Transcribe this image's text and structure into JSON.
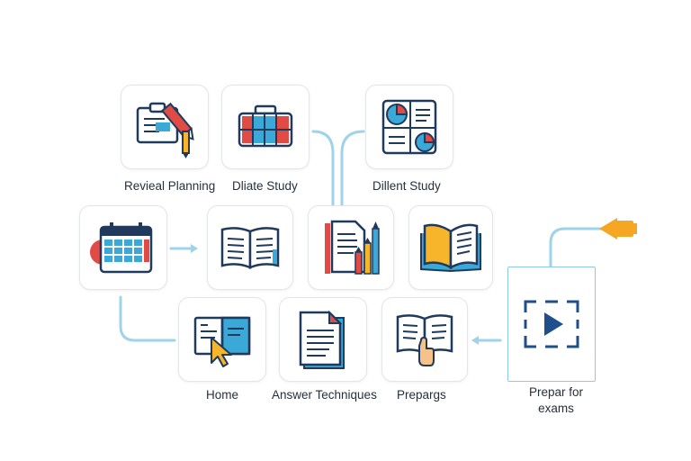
{
  "labels": {
    "revieal_planning": "Revieal Planning",
    "dliate_study": "Dliate Study",
    "dillent_study": "Dillent Study",
    "home": "Home",
    "answer_techniques": "Answer Techniques",
    "prepargs": "Prepargs",
    "prepar_for_exams_line1": "Prepar for",
    "prepar_for_exams_line2": "exams"
  },
  "colors": {
    "connector": "#9fd3ea",
    "arrow_accent": "#f5a623",
    "ink": "#1f3a5c",
    "red": "#e04b45",
    "blue": "#3aa9d8",
    "yellow": "#f7b52b",
    "feature_border": "#8ec9e6"
  },
  "icons": [
    "clipboard-pencil-icon",
    "briefcase-icon",
    "pie-chart-document-icon",
    "calendar-icon",
    "open-book-icon",
    "document-pencils-icon",
    "open-book-yellow-icon",
    "book-cursor-icon",
    "document-stack-icon",
    "book-hand-icon",
    "video-frame-icon"
  ]
}
